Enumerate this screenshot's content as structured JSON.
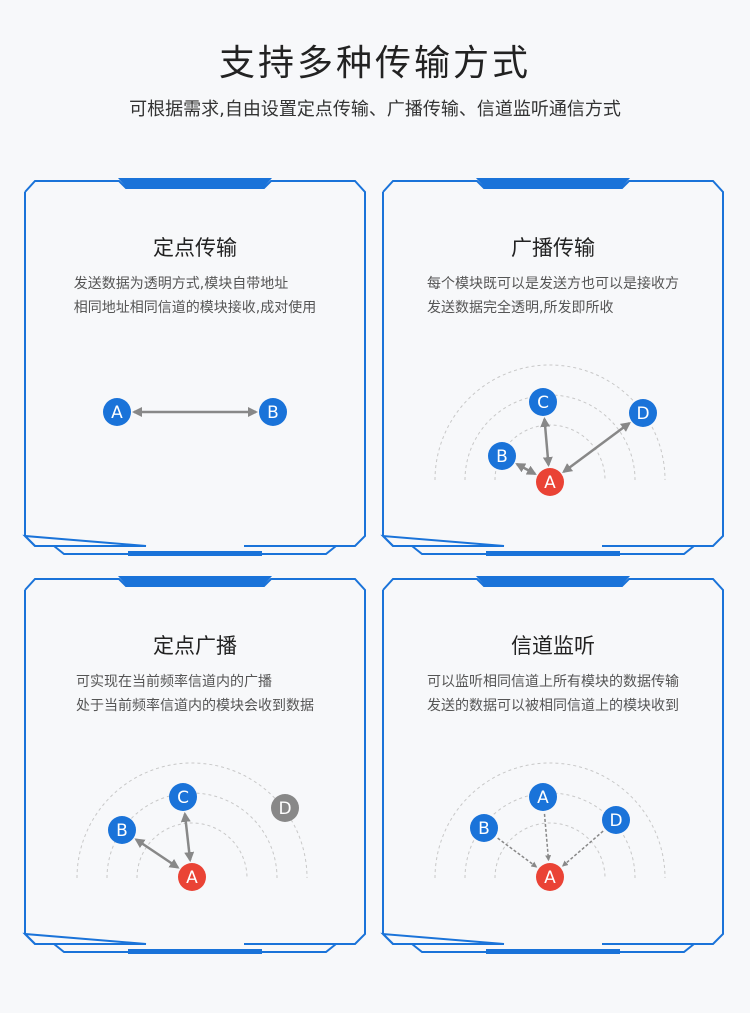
{
  "header": {
    "title": "支持多种传输方式",
    "subtitle": "可根据需求,自由设置定点传输、广播传输、信道监听通信方式"
  },
  "colors": {
    "frame": "#1a73d9",
    "node_blue": "#1a73d9",
    "node_red": "#ea4335",
    "node_grey": "#888888",
    "arrow": "#888888",
    "arc": "#c8c8c8"
  },
  "cards": [
    {
      "title": "定点传输",
      "lines": [
        "发送数据为透明方式,模块自带地址",
        "相同地址相同信道的模块接收,成对使用"
      ],
      "nodes": [
        "A",
        "B"
      ]
    },
    {
      "title": "广播传输",
      "lines": [
        "每个模块既可以是发送方也可以是接收方",
        "发送数据完全透明,所发即所收"
      ],
      "nodes": [
        "A",
        "B",
        "C",
        "D"
      ]
    },
    {
      "title": "定点广播",
      "lines": [
        "可实现在当前频率信道内的广播",
        "处于当前频率信道内的模块会收到数据"
      ],
      "nodes": [
        "A",
        "B",
        "C",
        "D"
      ]
    },
    {
      "title": "信道监听",
      "lines": [
        "可以监听相同信道上所有模块的数据传输",
        "发送的数据可以被相同信道上的模块收到"
      ],
      "nodes": [
        "A",
        "B",
        "A",
        "D"
      ]
    }
  ]
}
